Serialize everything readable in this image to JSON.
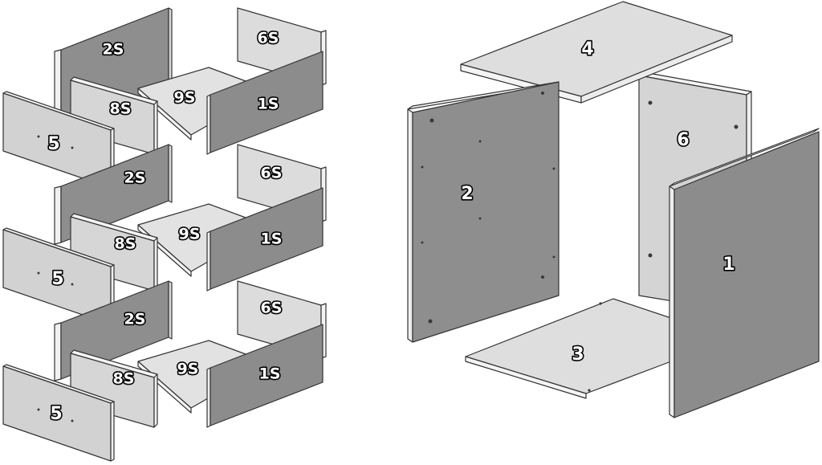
{
  "colors": {
    "dark_panel": "#8c8c8c",
    "mid_panel": "#b7b7b7",
    "light_panel": "#dcdcdc",
    "edge_panel": "#f2f2f2",
    "outline": "#333333"
  },
  "drawer_units": [
    {
      "back": "2S",
      "right_back": "6S",
      "bottom": "9S",
      "right_front": "1S",
      "left_inner": "8S",
      "front": "5"
    },
    {
      "back": "2S",
      "right_back": "6S",
      "bottom": "9S",
      "right_front": "1S",
      "left_inner": "8S",
      "front": "5"
    },
    {
      "back": "2S",
      "right_back": "6S",
      "bottom": "9S",
      "right_front": "1S",
      "left_inner": "8S",
      "front": "5"
    }
  ],
  "carcass": {
    "top": "4",
    "left_side": "2",
    "back": "6",
    "right_side": "1",
    "bottom": "3"
  }
}
